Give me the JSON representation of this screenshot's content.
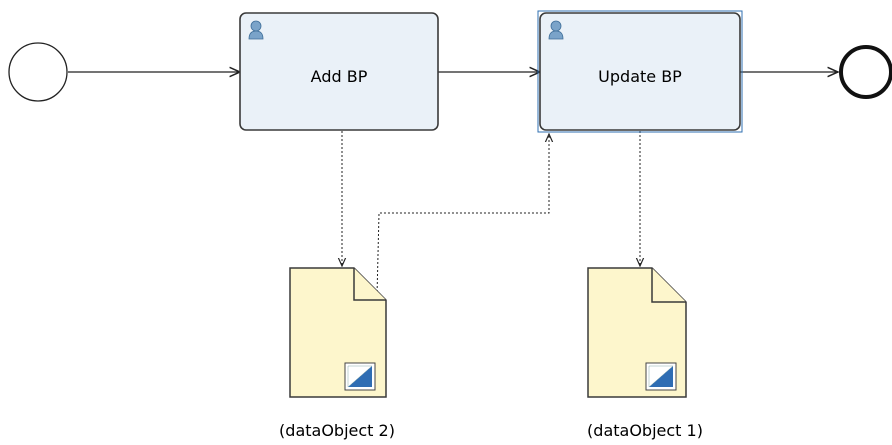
{
  "diagram": {
    "type": "bpmn-process",
    "tasks": [
      {
        "label": "Add BP",
        "kind": "user-task",
        "selected": false
      },
      {
        "label": "Update BP",
        "kind": "user-task",
        "selected": true
      }
    ],
    "data_objects": [
      {
        "label": "(dataObject 2)"
      },
      {
        "label": "(dataObject 1)"
      }
    ],
    "flows": [
      {
        "from": "start-event",
        "to": "Add BP",
        "style": "sequence"
      },
      {
        "from": "Add BP",
        "to": "Update BP",
        "style": "sequence"
      },
      {
        "from": "Update BP",
        "to": "end-event",
        "style": "sequence"
      },
      {
        "from": "Add BP",
        "to": "(dataObject 2)",
        "style": "data-association"
      },
      {
        "from": "(dataObject 2)",
        "to": "Update BP",
        "style": "data-association"
      },
      {
        "from": "Update BP",
        "to": "(dataObject 1)",
        "style": "data-association"
      }
    ],
    "colors": {
      "task_fill": "#eaf1f8",
      "task_stroke": "#3a3a3a",
      "selected_stroke": "#2f6fb0",
      "data_object_fill": "#fdf6cc",
      "user_icon": "#7aa3c9",
      "marker": "#2f6db3"
    }
  }
}
